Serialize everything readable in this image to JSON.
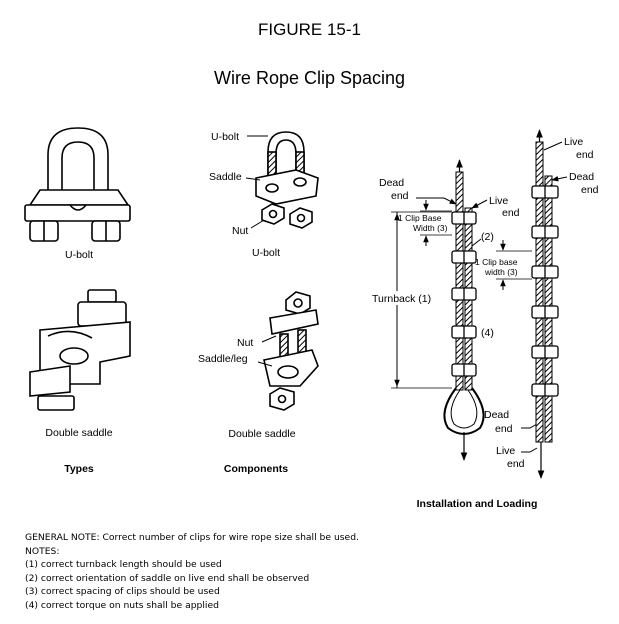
{
  "figure": {
    "number": "FIGURE 15-1",
    "title": "Wire Rope Clip Spacing"
  },
  "types": {
    "ubolt_caption": "U-bolt",
    "double_saddle_caption": "Double saddle",
    "heading": "Types"
  },
  "components": {
    "ubolt_label": "U-bolt",
    "saddle_label": "Saddle",
    "nut_label": "Nut",
    "ubolt_caption": "U-bolt",
    "nut_label_2": "Nut",
    "saddle_leg_label": "Saddle/leg",
    "double_saddle_caption": "Double saddle",
    "heading": "Components"
  },
  "installation": {
    "dead_end_top_1": "Dead",
    "dead_end_top_2": "end",
    "live_end_mid_1": "Live",
    "live_end_mid_2": "end",
    "clip_base_1": "1 Clip Base",
    "clip_base_2": "Width (3)",
    "note2": "(2)",
    "clip_base_b_1": "1 Clip base",
    "clip_base_b_2": "width (3)",
    "turnback": "Turnback (1)",
    "note4": "(4)",
    "dead_end_bottom_1": "Dead",
    "dead_end_bottom_2": "end",
    "live_end_top_1": "Live",
    "live_end_top_2": "end",
    "dead_end_right_1": "Dead",
    "dead_end_right_2": "end",
    "live_end_bottom_1": "Live",
    "live_end_bottom_2": "end",
    "heading": "Installation and Loading"
  },
  "notes": {
    "general": "GENERAL NOTE: Correct number of clips for wire rope size shall be used.",
    "header": "NOTES:",
    "items": [
      "(1)  correct turnback length should be used",
      "(2)  correct orientation of saddle on live end shall be observed",
      "(3)  correct spacing of clips should be used",
      "(4)  correct torque on nuts shall be applied"
    ]
  }
}
